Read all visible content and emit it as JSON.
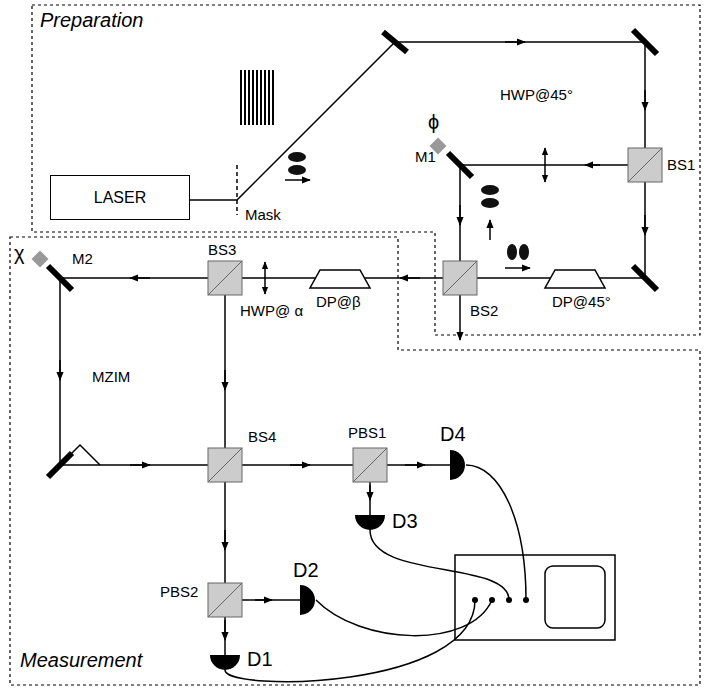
{
  "diagram": {
    "nodes": [
      {
        "text": [
          "Preparation"
        ]
      },
      {
        "text": [
          "LASER"
        ],
        "in": 0
      },
      {
        "text": [
          "Measurement"
        ]
      }
    ],
    "labels": [
      "Mask",
      "HWP@45°",
      "ϕ",
      "M1",
      "BS1",
      "BS2",
      "DP@45°",
      "DP@β",
      "χ",
      "M2",
      "BS3",
      "HWP@ α",
      "MZIM",
      "BS4",
      "PBS1",
      "D4",
      "D3",
      "D2",
      "PBS2",
      "D1"
    ]
  }
}
